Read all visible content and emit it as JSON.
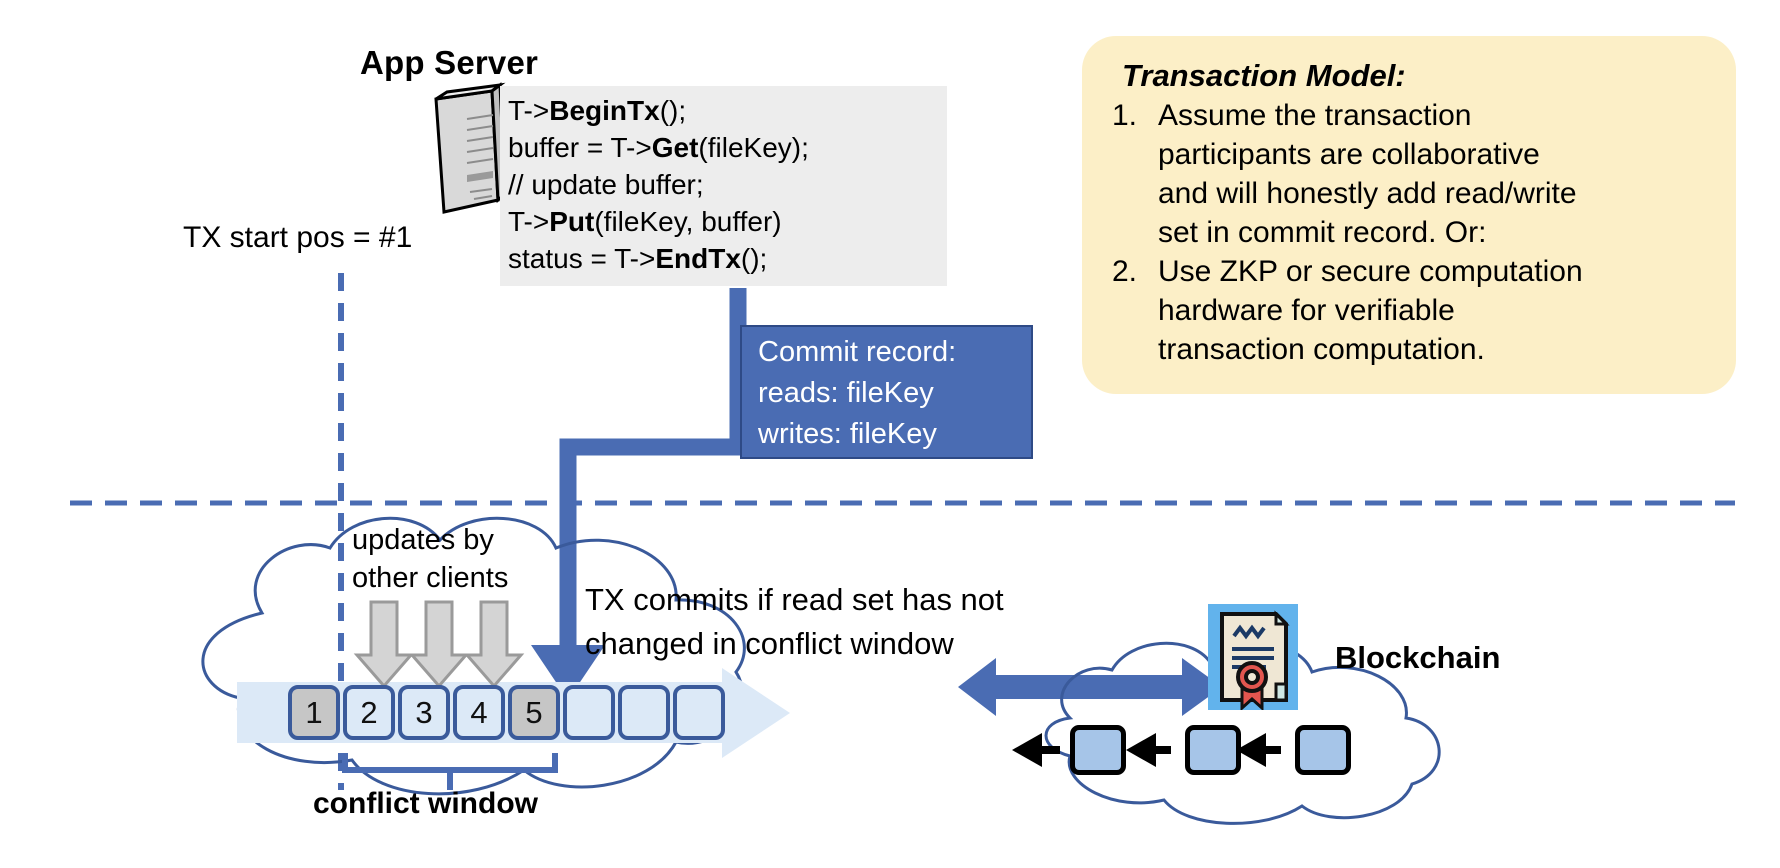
{
  "diagram": {
    "title": "App Server transaction over a shared log with blockchain"
  },
  "app_server": {
    "title": "App Server",
    "icon": "server-tower-icon",
    "code_lines": [
      {
        "pre": "T->",
        "bold": "BeginTx",
        "post": "();"
      },
      {
        "pre": "buffer = T->",
        "bold": "Get",
        "post": "(fileKey);"
      },
      {
        "pre": "// update buffer;",
        "bold": "",
        "post": ""
      },
      {
        "pre": "T->",
        "bold": "Put",
        "post": "(fileKey, buffer)"
      },
      {
        "pre": "status = T->",
        "bold": "EndTx",
        "post": "();"
      }
    ]
  },
  "tx_start": {
    "label": "TX start pos = #1"
  },
  "commit_record": {
    "lines": [
      "Commit record:",
      "reads: fileKey",
      "writes: fileKey"
    ],
    "fill": "#4a6cb3",
    "border": "#2e4a86",
    "text_color": "#ffffff"
  },
  "transaction_model": {
    "title": "Transaction Model:",
    "fill": "#fcefc7",
    "items": [
      {
        "num": "1.",
        "lines": [
          "Assume the transaction",
          "participants are collaborative",
          "and will honestly add read/write",
          "set in commit record.  Or:"
        ]
      },
      {
        "num": "2.",
        "lines": [
          "Use ZKP or secure computation",
          "hardware for verifiable",
          "transaction computation."
        ]
      }
    ]
  },
  "log": {
    "updates_label": [
      "updates by",
      "other clients"
    ],
    "commits_label": [
      "TX commits if read set has not",
      "changed in conflict window"
    ],
    "conflict_window_label": "conflict window",
    "cells": [
      {
        "label": "1",
        "state": "grey"
      },
      {
        "label": "2",
        "state": "light"
      },
      {
        "label": "3",
        "state": "light"
      },
      {
        "label": "4",
        "state": "light"
      },
      {
        "label": "5",
        "state": "grey"
      },
      {
        "label": "",
        "state": "light"
      },
      {
        "label": "",
        "state": "light"
      },
      {
        "label": "",
        "state": "light"
      }
    ],
    "grey_arrow_count": 3,
    "commit_arrow_target_cell": "5"
  },
  "blockchain": {
    "label": "Blockchain",
    "icon": "certificate-seal-icon",
    "block_count": 3,
    "link_arrow_direction": "left"
  },
  "colors": {
    "accent_blue": "#4a6cb3",
    "cloud_outline": "#3a5a9b",
    "cell_border": "#3a5a9b",
    "cell_light": "#dce9f7",
    "cell_grey": "#c6c6c6",
    "model_bg": "#fcefc7",
    "code_bg": "#ededed",
    "cert_bg": "#62b3ec"
  }
}
